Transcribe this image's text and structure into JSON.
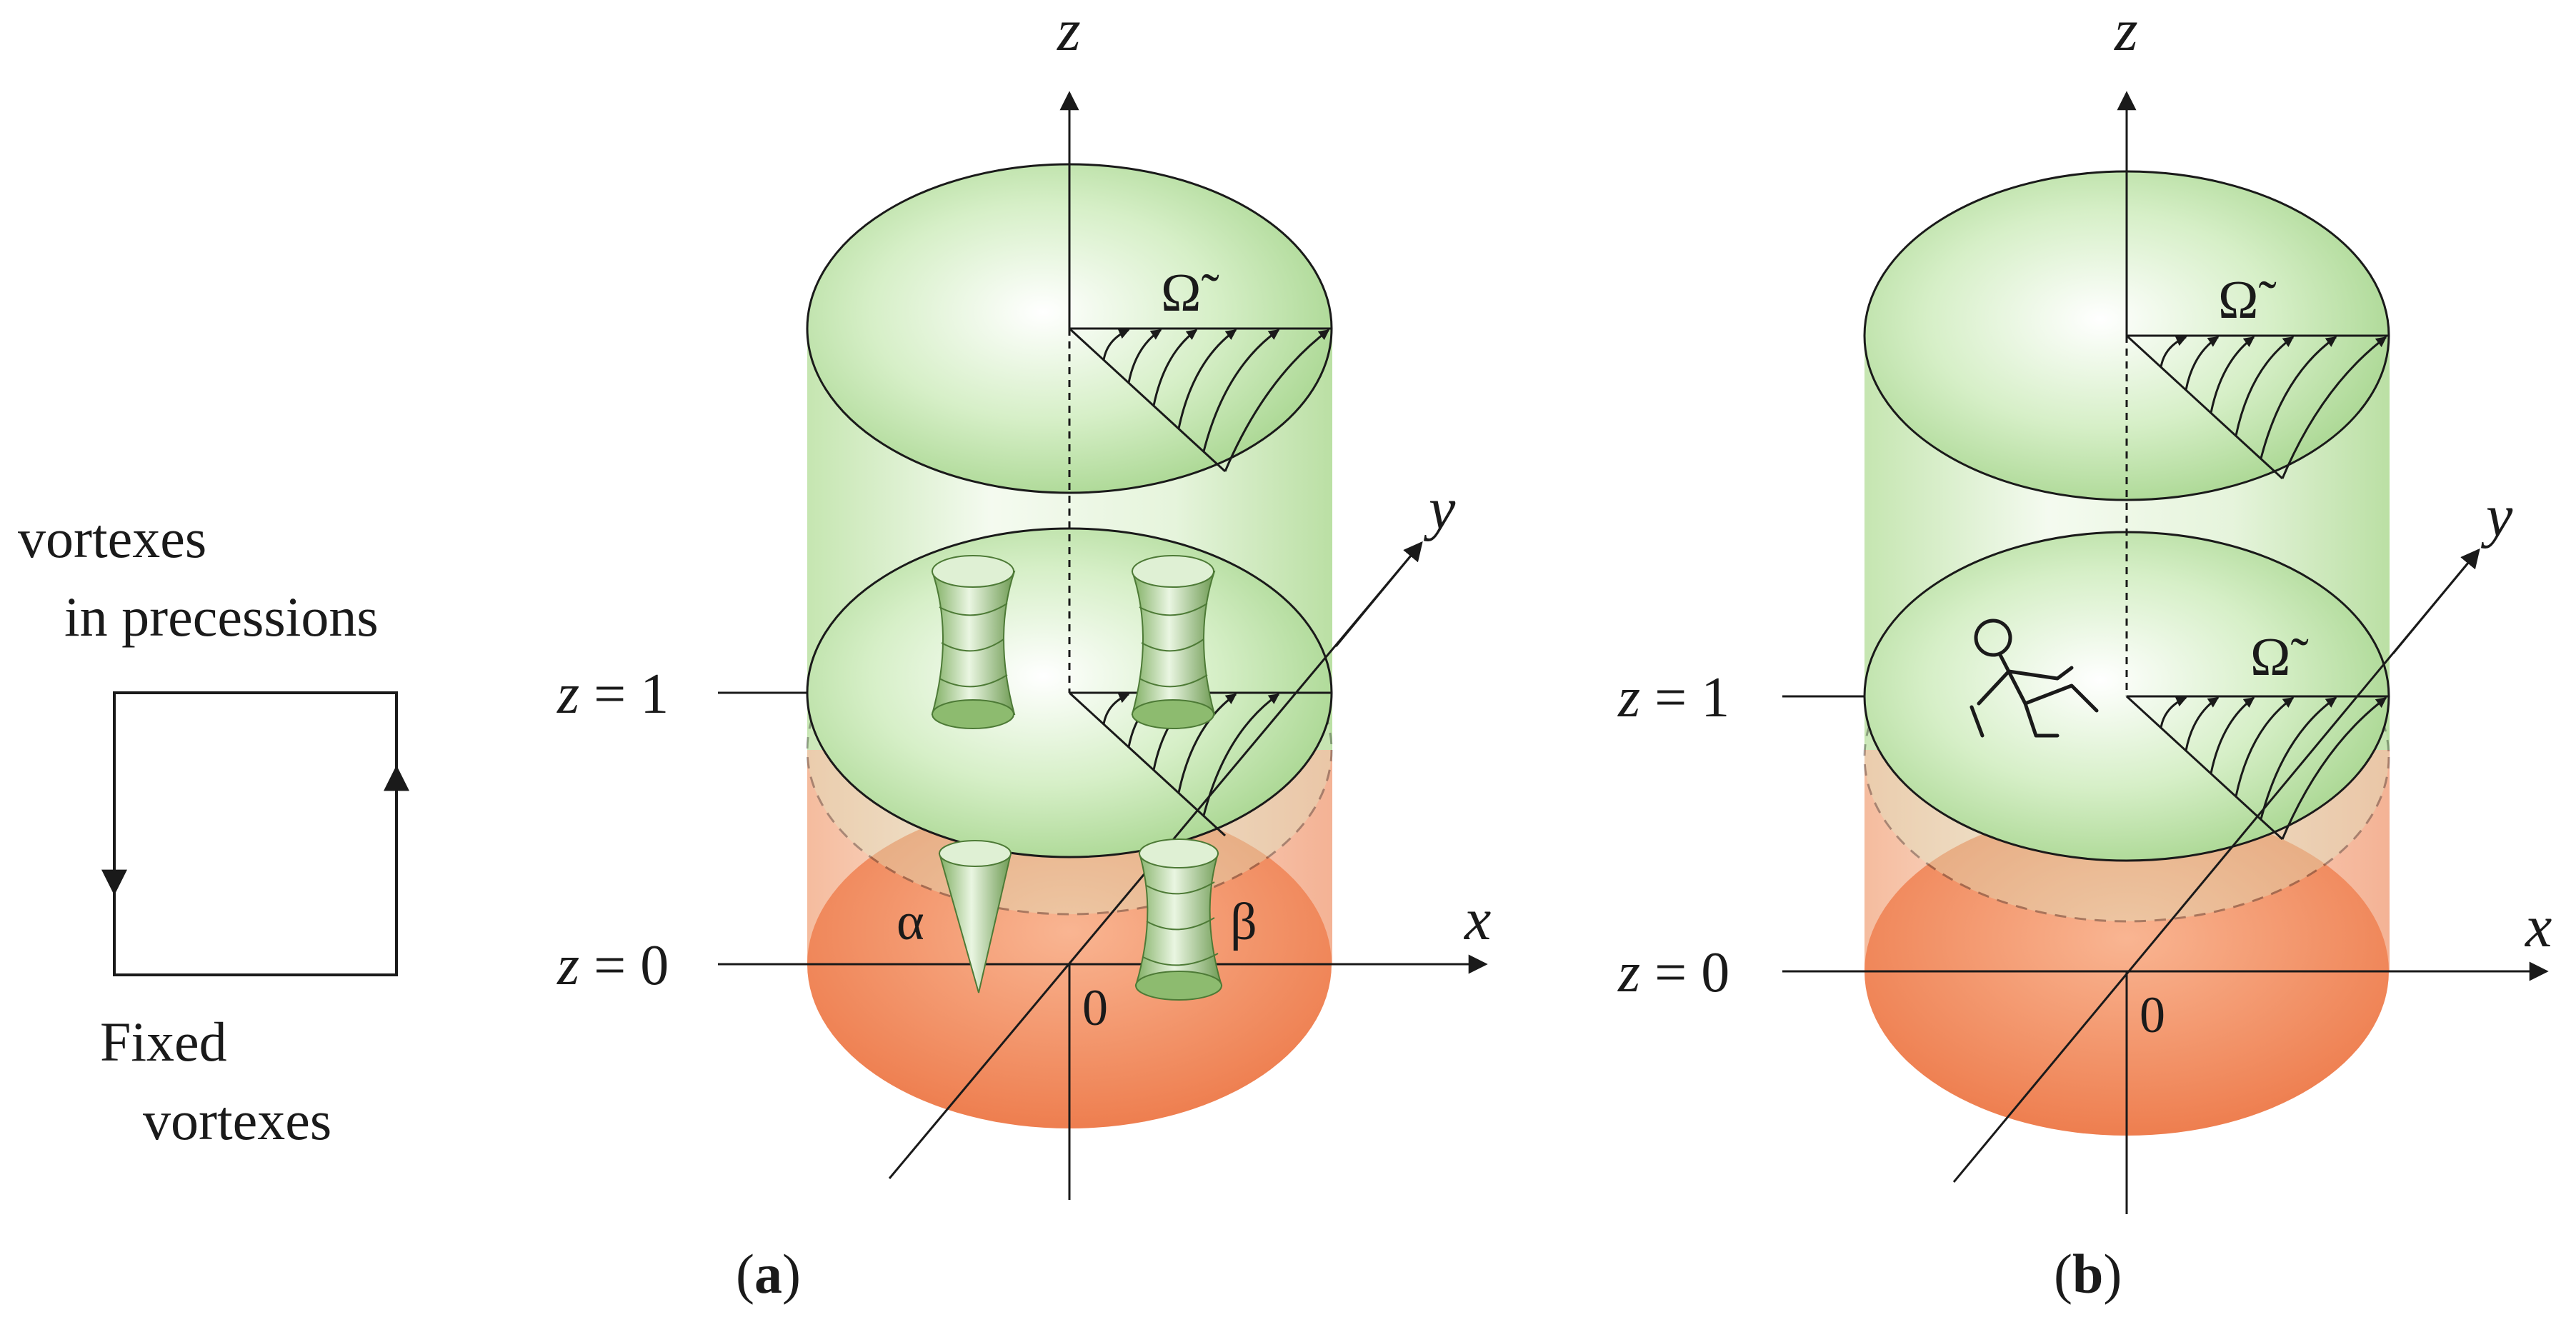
{
  "legend": {
    "top_line1": "vortexes",
    "top_line2": "in precessions",
    "bottom_line1": "Fixed",
    "bottom_line2": "vortexes"
  },
  "panel_a": {
    "caption_open": "(",
    "caption_letter": "a",
    "caption_close": ")",
    "axis_z": "z",
    "axis_y": "y",
    "axis_x": "x",
    "origin": "0",
    "level_top_var": "z",
    "level_top_rest": " = 1",
    "level_bottom_var": "z",
    "level_bottom_rest": " = 0",
    "omega_top": "Ω̃",
    "label_alpha": "α",
    "label_beta": "β"
  },
  "panel_b": {
    "caption_open": "(",
    "caption_letter": "b",
    "caption_close": ")",
    "axis_z": "z",
    "axis_y": "y",
    "axis_x": "x",
    "origin": "0",
    "level_top_var": "z",
    "level_top_rest": " = 1",
    "level_bottom_var": "z",
    "level_bottom_rest": " = 0",
    "omega_top": "Ω̃",
    "omega_mid": "Ω̃"
  },
  "colors": {
    "disk_green": "#bfe3a8",
    "disk_orange": "#f08a5d",
    "axis": "#1a1a1a"
  }
}
